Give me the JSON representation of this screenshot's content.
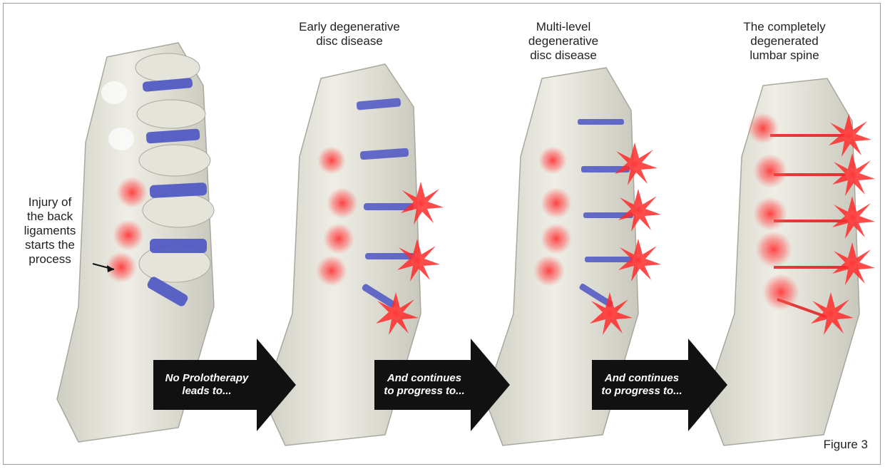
{
  "stage_titles": [
    "",
    "Early degenerative\ndisc disease",
    "Multi-level\ndegenerative\ndisc disease",
    "The completely\ndegenerated\nlumbar spine"
  ],
  "injury_label": "Injury of\nthe back\nligaments\nstarts the\nprocess",
  "arrows": [
    "No Prolotherapy\nleads to...",
    "And continues\nto progress to...",
    "And continues\nto progress to..."
  ],
  "figure_label": "Figure 3",
  "colors": {
    "bone": "#e7e6dc",
    "bone_shadow": "#bdbcb0",
    "disc": "#4d55c4",
    "inflammation": "#ff2a2a",
    "arrow": "#111111"
  }
}
